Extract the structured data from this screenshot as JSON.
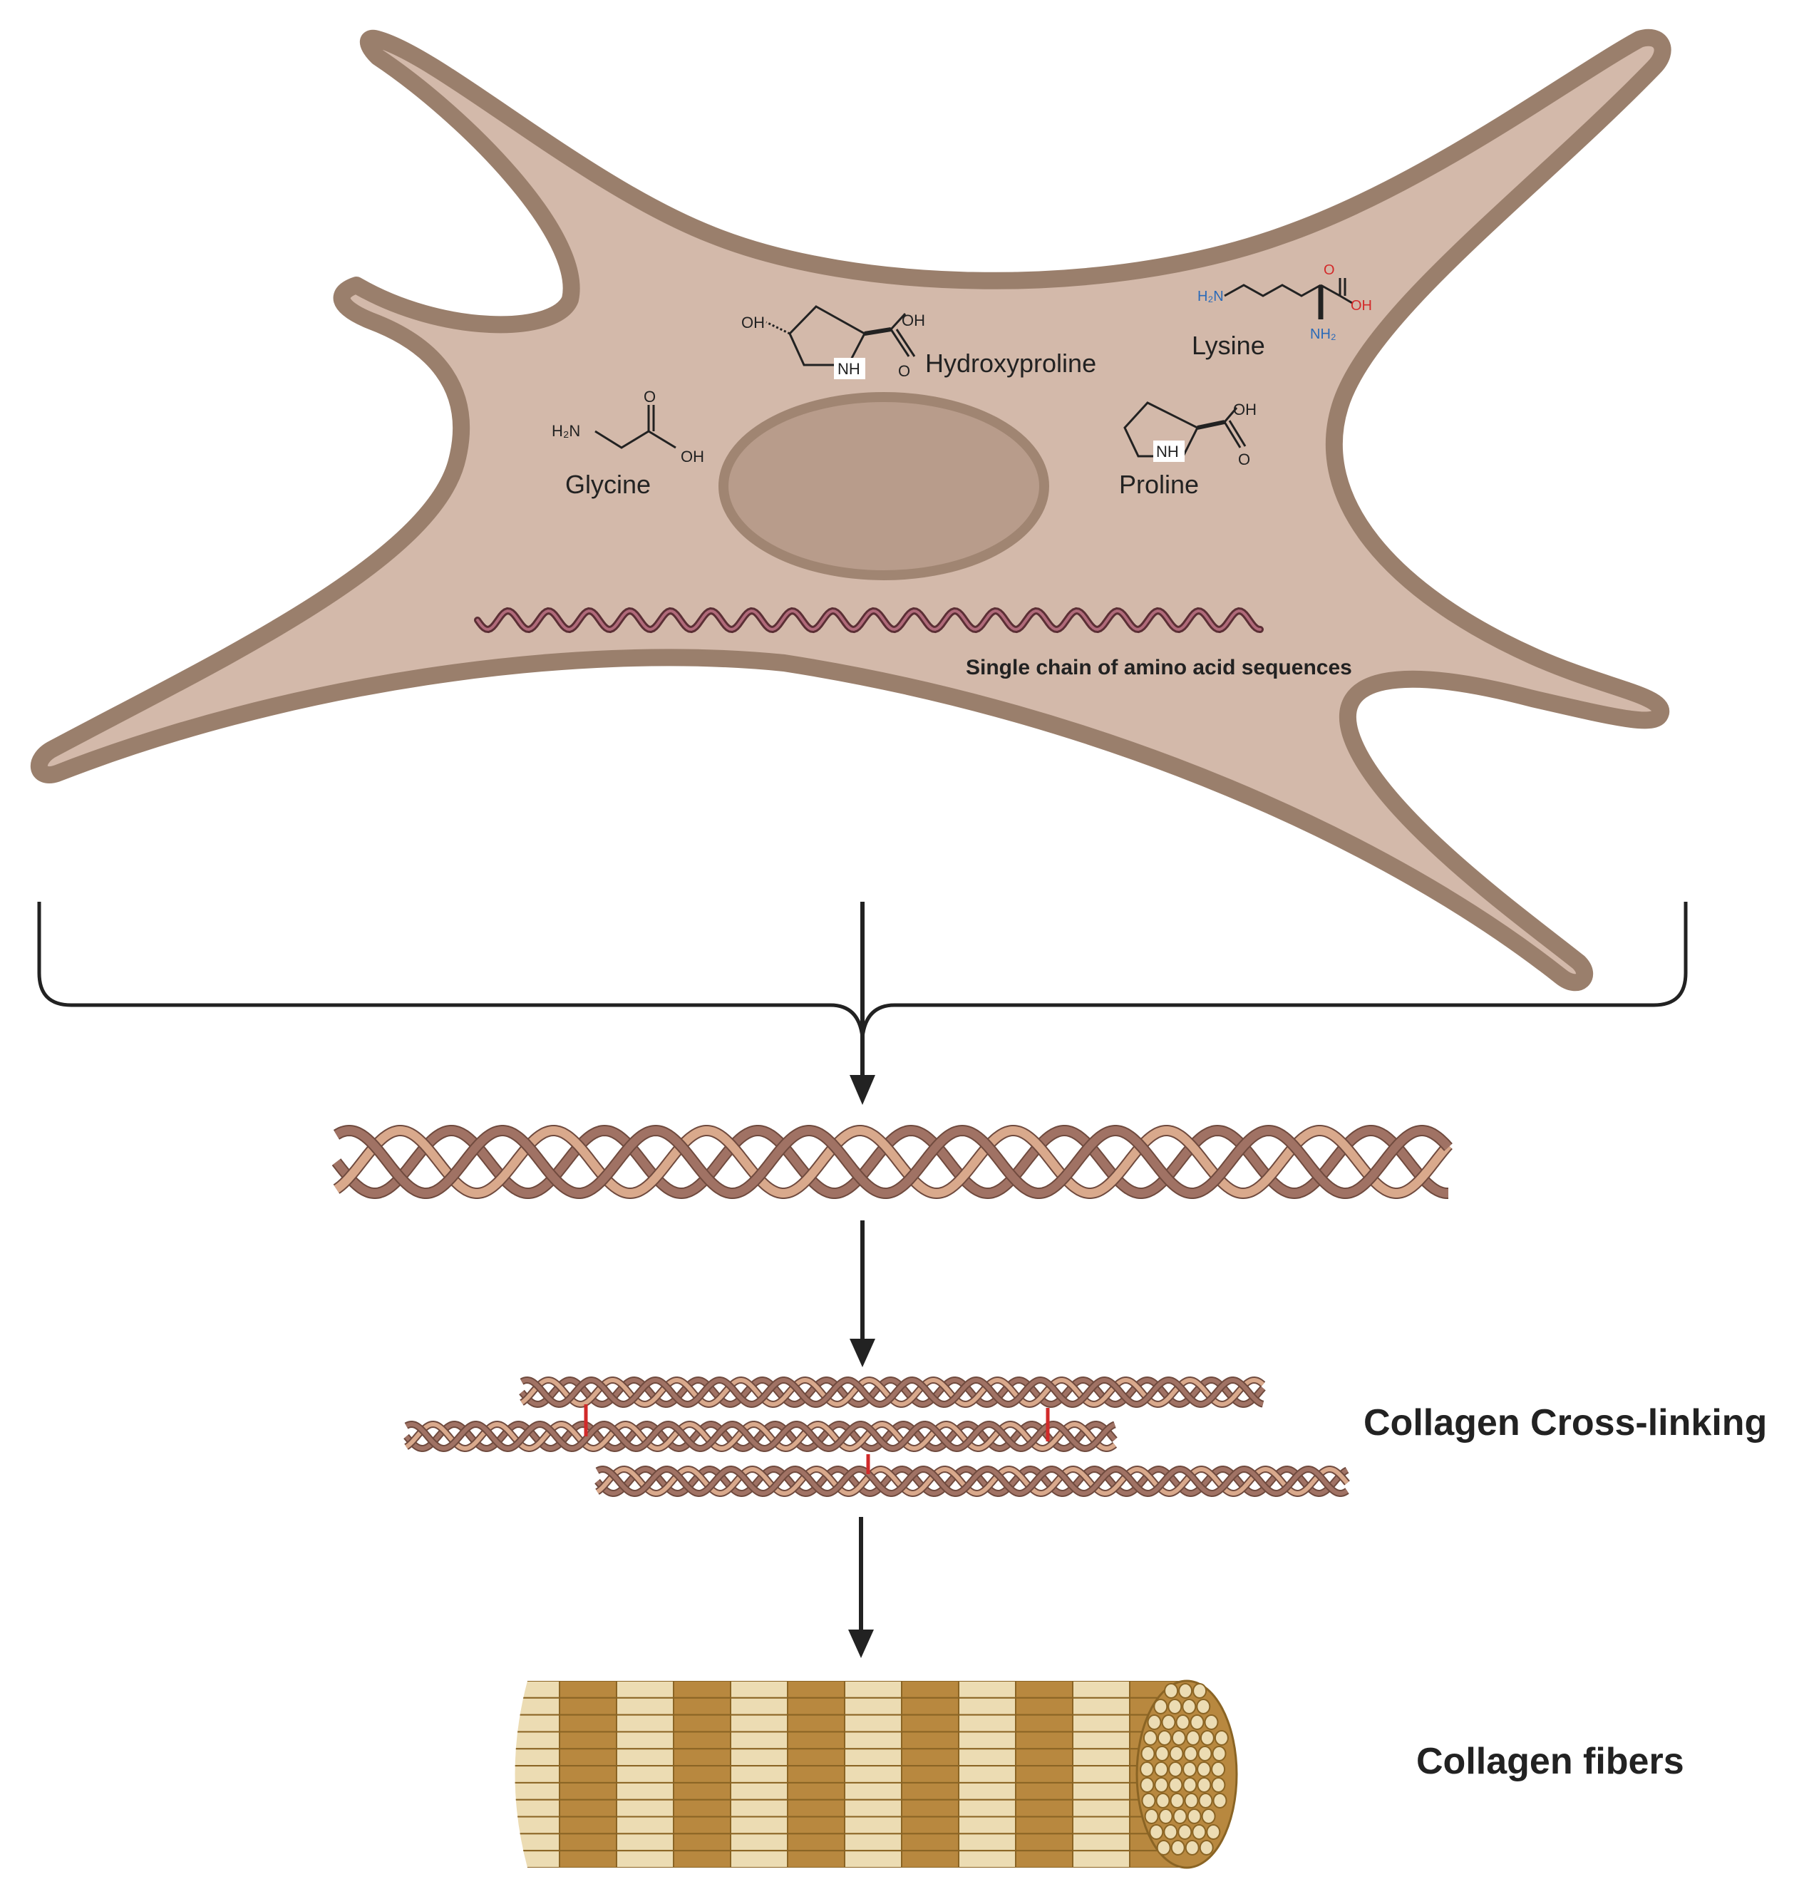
{
  "labels": {
    "glycine": "Glycine",
    "hydroxyproline": "Hydroxyproline",
    "lysine": "Lysine",
    "proline": "Proline",
    "single_chain": "Single chain of amino acid sequences",
    "cross_linking": "Collagen Cross-linking",
    "fibers": "Collagen fibers"
  },
  "chem_text": {
    "glycine_amine": "H₂N",
    "glycine_carbonyl": "O",
    "glycine_hydroxyl": "OH",
    "hyp_hydroxyl": "OH",
    "hyp_acid_oh": "OH",
    "hyp_nh": "NH",
    "hyp_carbonyl": "O",
    "lys_amine": "H₂N",
    "lys_carbonyl": "O",
    "lys_hydroxyl": "OH",
    "lys_alpha_amine": "NH₂",
    "pro_acid_oh": "OH",
    "pro_nh": "NH",
    "pro_carbonyl": "O"
  },
  "colors": {
    "cell_fill": "#d3b9aa",
    "cell_outline": "#9a7f6c",
    "nucleus_fill": "#b89c8b",
    "strand_dark": "#a07264",
    "strand_light": "#d9a98c",
    "strand_outline": "#6f4a3e",
    "crosslink": "#d12a2a",
    "fiber_dark": "#b8883f",
    "fiber_light": "#ecdcb3",
    "fiber_outline": "#8a6424",
    "arrow": "#222222",
    "heteroatom_blue": "#2a6ab8",
    "heteroatom_red": "#d32a2a"
  }
}
